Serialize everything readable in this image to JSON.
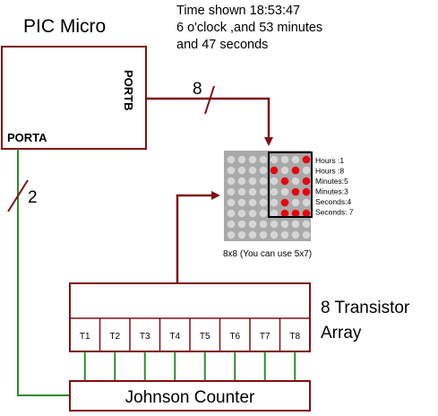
{
  "title": "PIC Micro",
  "time_note": {
    "line1": "Time shown 18:53:47",
    "line2": "6 o'clock ,and 53 minutes",
    "line3": "and 47 seconds"
  },
  "pic": {
    "portb_label": "PORTB",
    "porta_label": "PORTA"
  },
  "bus": {
    "portb_width": "8",
    "porta_width": "2"
  },
  "matrix": {
    "caption": "8x8 (You can use 5x7)",
    "rows": 8,
    "cols": 8,
    "lit": [
      [
        0,
        7
      ],
      [
        1,
        4
      ],
      [
        1,
        6
      ],
      [
        2,
        5
      ],
      [
        2,
        7
      ],
      [
        3,
        6
      ],
      [
        3,
        7
      ],
      [
        4,
        5
      ],
      [
        5,
        5
      ],
      [
        5,
        6
      ],
      [
        5,
        7
      ]
    ],
    "labels": [
      "Hours :1",
      "Hours :8",
      "Minutes:5",
      "Minutes:3",
      "Seconds:4",
      "Seconds: 7"
    ],
    "colors": {
      "panel": "#a9a9a9",
      "dot_off": "#d6d6d6",
      "dot_on": "#e8000b"
    }
  },
  "transistor_array": {
    "title_line1": "8 Transistor",
    "title_line2": "Array",
    "transistors": [
      "T1",
      "T2",
      "T3",
      "T4",
      "T5",
      "T6",
      "T7",
      "T8"
    ]
  },
  "counter": {
    "label": "Johnson Counter"
  },
  "colors": {
    "box_border": "#7f1015",
    "wire_red": "#7f1015",
    "wire_green": "#2e8b2e"
  }
}
